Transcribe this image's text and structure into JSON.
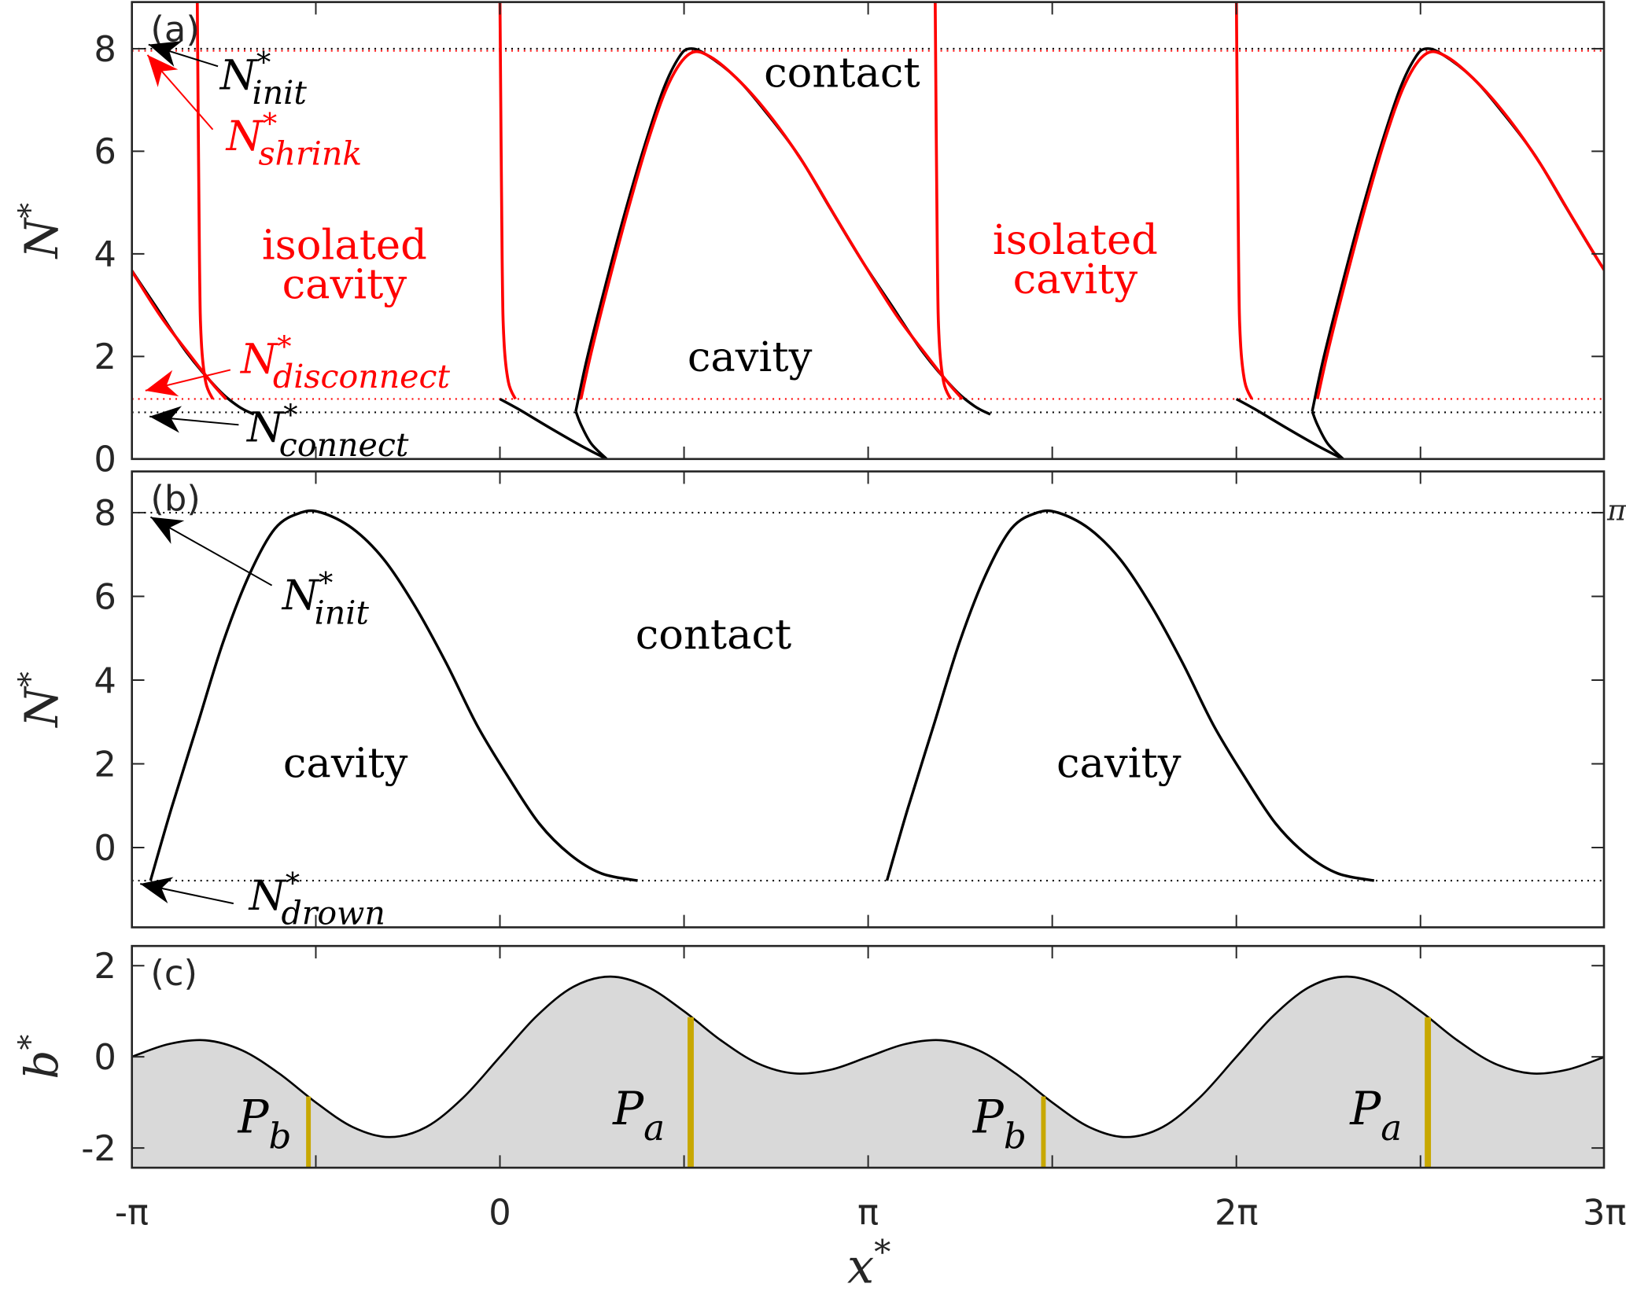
{
  "chart_data": [
    {
      "type": "line",
      "panel": "(a)",
      "ylabel": {
        "base": "N",
        "sup": "*"
      },
      "ylim": [
        0,
        8.9
      ],
      "yticks": [
        "0",
        "2",
        "4",
        "6",
        "8"
      ],
      "ytick_values": [
        0,
        2,
        4,
        6,
        8
      ],
      "x_units": "pi",
      "xlim": [
        -1,
        3
      ],
      "hlines": [
        {
          "name": "N_init",
          "y": 8.0,
          "color": "#000000",
          "style": "dotted"
        },
        {
          "name": "N_shrink",
          "y": 7.96,
          "color": "#ff0000",
          "style": "dotted"
        },
        {
          "name": "N_disconnect",
          "y": 1.17,
          "color": "#ff0000",
          "style": "dotted"
        },
        {
          "name": "N_connect",
          "y": 0.91,
          "color": "#000000",
          "style": "dotted"
        }
      ],
      "series": [
        {
          "name": "cavity-boundary",
          "color": "#000000",
          "shifts": [
            -2,
            0,
            2
          ],
          "x": [
            0.206,
            0.234,
            0.276,
            0.332,
            0.389,
            0.445,
            0.487,
            0.515,
            0.557,
            0.642,
            0.726,
            0.811,
            0.895,
            0.98,
            1.064,
            1.149,
            1.233,
            1.289,
            1.332
          ],
          "y": [
            0.93,
            1.88,
            3.09,
            4.61,
            6.02,
            7.23,
            7.84,
            8.0,
            7.9,
            7.43,
            6.73,
            5.92,
            4.91,
            3.9,
            2.99,
            2.08,
            1.37,
            1.03,
            0.87
          ]
        },
        {
          "name": "cavity-lower-branch",
          "color": "#000000",
          "shifts": [
            0,
            2
          ],
          "x": [
            0.206,
            0.22,
            0.248,
            0.29
          ],
          "y": [
            0.93,
            0.67,
            0.3,
            0.0
          ]
        },
        {
          "name": "connect-decline",
          "color": "#000000",
          "shifts": [
            0,
            2
          ],
          "x": [
            0.0,
            0.051,
            0.135,
            0.22,
            0.29
          ],
          "y": [
            1.17,
            0.97,
            0.61,
            0.26,
            0.0
          ]
        },
        {
          "name": "isolated-cavity-boundary",
          "color": "#ff0000",
          "shifts": [
            -2,
            0,
            2
          ],
          "x": [
            0.22,
            0.248,
            0.29,
            0.346,
            0.403,
            0.459,
            0.515,
            0.572,
            0.656,
            0.74,
            0.825,
            0.909,
            0.994,
            1.078,
            1.163,
            1.219,
            1.256
          ],
          "y": [
            1.17,
            2.08,
            3.29,
            4.81,
            6.22,
            7.33,
            7.9,
            7.84,
            7.33,
            6.63,
            5.76,
            4.75,
            3.74,
            2.79,
            1.98,
            1.47,
            1.17
          ]
        },
        {
          "name": "shrink-front",
          "color": "#ff0000",
          "shifts": [
            -0.822,
            0,
            1.182,
            2
          ],
          "x": [
            0.0,
            0.006,
            0.011,
            0.023,
            0.042
          ],
          "y": [
            9.0,
            3.9,
            2.3,
            1.5,
            1.17
          ]
        }
      ],
      "annotations": {
        "init": {
          "base": "N",
          "sup": "*",
          "sub": "init",
          "color": "#000000"
        },
        "shrink": {
          "base": "N",
          "sup": "*",
          "sub": "shrink",
          "color": "#ff0000"
        },
        "disconnect": {
          "base": "N",
          "sup": "*",
          "sub": "disconnect",
          "color": "#ff0000"
        },
        "connect": {
          "base": "N",
          "sup": "*",
          "sub": "connect",
          "color": "#000000"
        }
      },
      "regions": {
        "isolated_1": [
          "isolated",
          "cavity"
        ],
        "isolated_2": [
          "isolated",
          "cavity"
        ],
        "contact": "contact",
        "cavity": "cavity"
      }
    },
    {
      "type": "line",
      "panel": "(b)",
      "ylabel": {
        "base": "N",
        "sup": "*"
      },
      "ylim": [
        -1.9,
        9.0
      ],
      "yticks": [
        "0",
        "2",
        "4",
        "6",
        "8"
      ],
      "ytick_values": [
        0,
        2,
        4,
        6,
        8
      ],
      "x_units": "pi",
      "xlim": [
        -1,
        3
      ],
      "hlines": [
        {
          "name": "N_init",
          "y": 8.0,
          "color": "#000000",
          "style": "dotted"
        },
        {
          "name": "N_drown",
          "y": -0.79,
          "color": "#000000",
          "style": "dotted"
        }
      ],
      "series": [
        {
          "name": "cavity-boundary",
          "color": "#000000",
          "shifts": [
            0,
            2
          ],
          "x": [
            -0.949,
            -0.892,
            -0.822,
            -0.752,
            -0.681,
            -0.611,
            -0.541,
            -0.484,
            -0.4,
            -0.315,
            -0.231,
            -0.146,
            -0.062,
            0.023,
            0.107,
            0.191,
            0.276,
            0.374
          ],
          "y": [
            -0.79,
            0.94,
            2.92,
            4.9,
            6.51,
            7.62,
            8.0,
            8.0,
            7.62,
            6.88,
            5.77,
            4.41,
            2.92,
            1.68,
            0.57,
            -0.17,
            -0.62,
            -0.79
          ]
        }
      ],
      "annotations": {
        "init": {
          "base": "N",
          "sup": "*",
          "sub": "init",
          "color": "#000000"
        },
        "drown": {
          "base": "N",
          "sup": "*",
          "sub": "drown",
          "color": "#000000"
        }
      },
      "regions": {
        "contact": "contact",
        "cavity_1": "cavity",
        "cavity_2": "cavity"
      },
      "edge_label": "π"
    },
    {
      "type": "area",
      "panel": "(c)",
      "ylabel": {
        "base": "b",
        "sup": "*"
      },
      "xlabel": {
        "base": "x",
        "sup": "*"
      },
      "ylim": [
        -2.43,
        2.43
      ],
      "yticks": [
        "-2",
        "0",
        "2"
      ],
      "ytick_values": [
        -2,
        0,
        2
      ],
      "x_units": "pi",
      "xlim": [
        -1,
        3
      ],
      "xticks": [
        "-π",
        "0",
        "π",
        "2π",
        "3π"
      ],
      "xtick_values": [
        -1,
        0,
        1,
        2,
        3
      ],
      "fill_color": "#d9d9d9",
      "bed": {
        "x": [
          -1.0,
          -0.9,
          -0.8,
          -0.7,
          -0.6,
          -0.5,
          -0.4,
          -0.3,
          -0.2,
          -0.1,
          0.0,
          0.1,
          0.2,
          0.3,
          0.4,
          0.5,
          0.6,
          0.7,
          0.8,
          0.9,
          1.0,
          1.1,
          1.2,
          1.3,
          1.4,
          1.5,
          1.6,
          1.7,
          1.8,
          1.9,
          2.0,
          2.1,
          2.2,
          2.3,
          2.4,
          2.5,
          2.6,
          2.7,
          2.8,
          2.9,
          3.0
        ],
        "y": [
          0,
          0.279,
          0.363,
          0.142,
          -0.363,
          -1.0,
          -1.539,
          -1.76,
          -1.539,
          -0.897,
          0,
          0.897,
          1.539,
          1.76,
          1.539,
          1.0,
          0.363,
          -0.142,
          -0.363,
          -0.279,
          0,
          0.279,
          0.363,
          0.142,
          -0.363,
          -1.0,
          -1.539,
          -1.76,
          -1.539,
          -0.897,
          0,
          0.897,
          1.539,
          1.76,
          1.539,
          1.0,
          0.363,
          -0.142,
          -0.363,
          -0.279,
          0
        ]
      },
      "markers": [
        {
          "label": {
            "base": "P",
            "sub": "b"
          },
          "x": -0.52,
          "y": -0.87
        },
        {
          "label": {
            "base": "P",
            "sub": "a"
          },
          "x": 0.518,
          "y": 0.87
        },
        {
          "label": {
            "base": "P",
            "sub": "b"
          },
          "x": 1.476,
          "y": -0.87
        },
        {
          "label": {
            "base": "P",
            "sub": "a"
          },
          "x": 2.52,
          "y": 0.87
        }
      ],
      "marker_color": "#c8a800"
    }
  ]
}
